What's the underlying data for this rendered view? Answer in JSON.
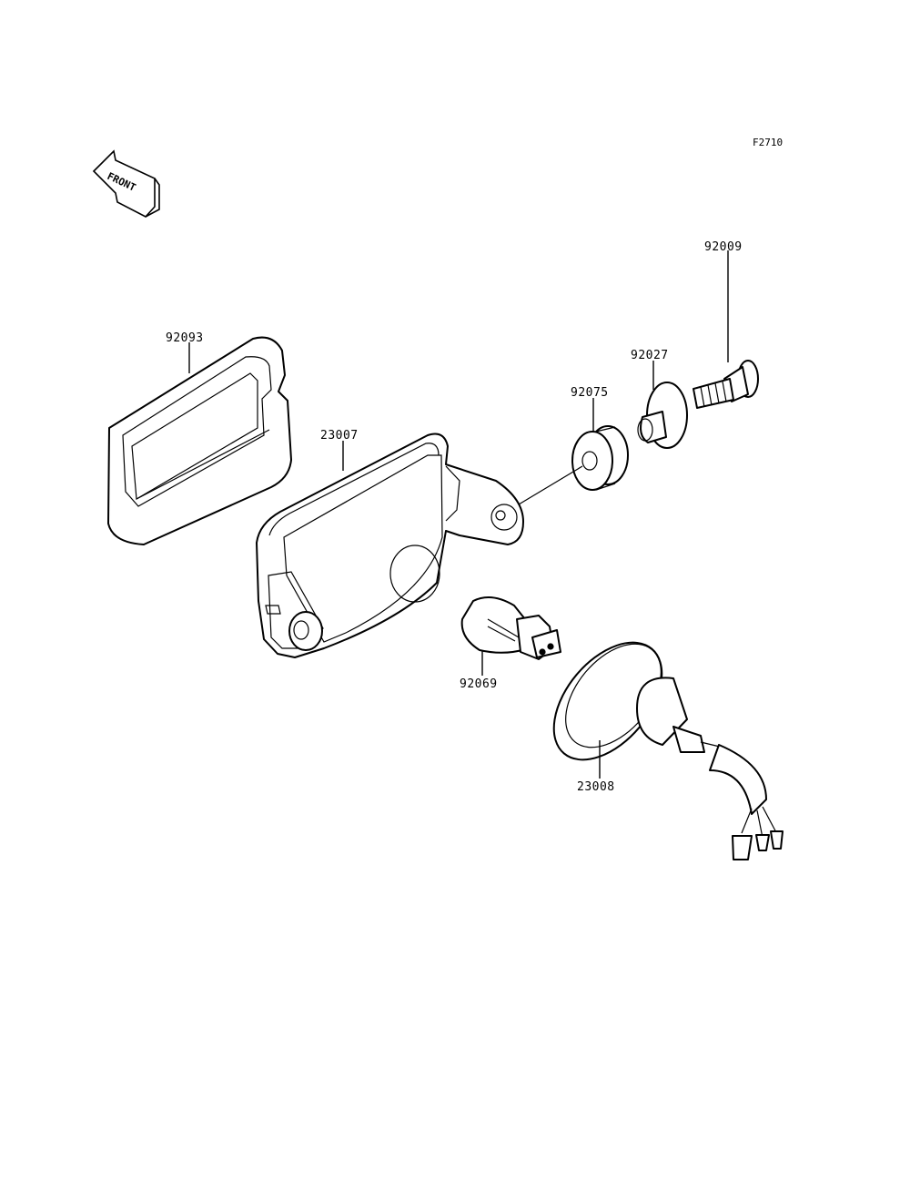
{
  "diagram_code": "F2710",
  "front_marker": "FRONT",
  "parts": [
    {
      "key": "frame",
      "number": "92093"
    },
    {
      "key": "housing",
      "number": "23007"
    },
    {
      "key": "grommet",
      "number": "92075"
    },
    {
      "key": "collar",
      "number": "92027"
    },
    {
      "key": "bolt",
      "number": "92009"
    },
    {
      "key": "bulb",
      "number": "92069"
    },
    {
      "key": "socket",
      "number": "23008"
    }
  ]
}
